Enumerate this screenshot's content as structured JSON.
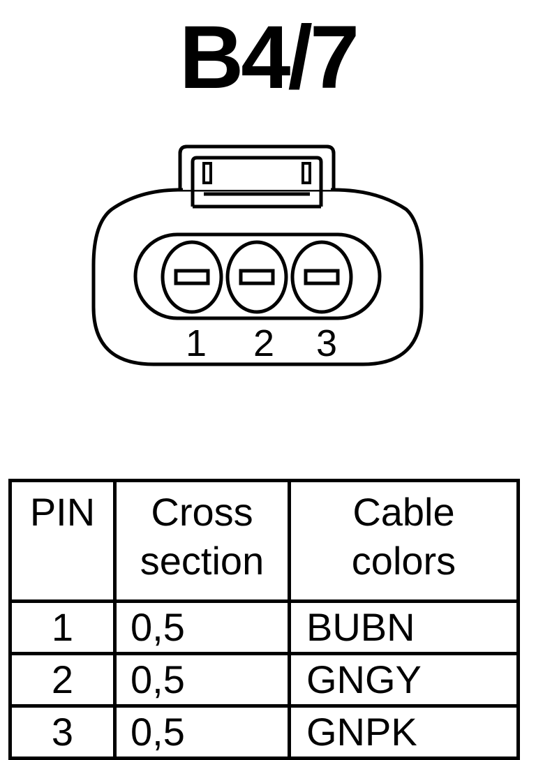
{
  "title": "B4/7",
  "connector": {
    "pin_labels": [
      "1",
      "2",
      "3"
    ]
  },
  "table": {
    "headers": {
      "pin": "PIN",
      "cross_section": [
        "Cross",
        "section"
      ],
      "cable_colors": [
        "Cable",
        "colors"
      ]
    },
    "rows": [
      {
        "pin": "1",
        "cross_section": "0,5",
        "color": "BUBN"
      },
      {
        "pin": "2",
        "cross_section": "0,5",
        "color": "GNGY"
      },
      {
        "pin": "3",
        "cross_section": "0,5",
        "color": "GNPK"
      }
    ]
  }
}
